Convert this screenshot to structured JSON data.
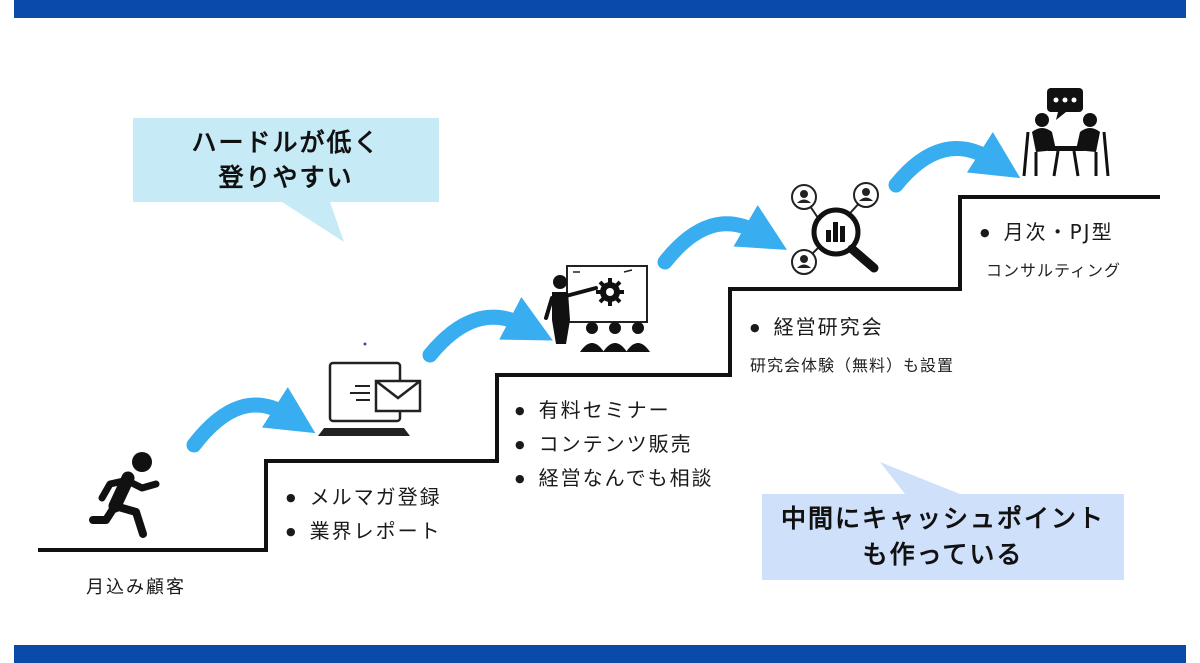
{
  "callouts": {
    "low_hurdle": {
      "line1": "ハードルが低く",
      "line2": "登りやすい"
    },
    "cash_point": {
      "line1": "中間にキャッシュポイント",
      "line2": "も作っている"
    }
  },
  "steps": [
    {
      "label": "月込み顧客",
      "icon": "running-person-icon"
    },
    {
      "items": [
        "メルマガ登録",
        "業界レポート"
      ],
      "icon": "laptop-mail-icon"
    },
    {
      "items": [
        "有料セミナー",
        "コンテンツ販売",
        "経営なんでも相談"
      ],
      "icon": "seminar-presenter-icon"
    },
    {
      "items": [
        "経営研究会"
      ],
      "note": "研究会体験（無料）も設置",
      "icon": "research-network-icon"
    },
    {
      "items": [
        "月次・PJ型"
      ],
      "note": "コンサルティング",
      "icon": "consultation-meeting-icon"
    }
  ],
  "colors": {
    "band": "#0a4aa8",
    "arrow": "#38aef0",
    "callout_low": "#c6ebf7",
    "callout_cash": "#cfe0fa",
    "stairs": "#111111"
  }
}
